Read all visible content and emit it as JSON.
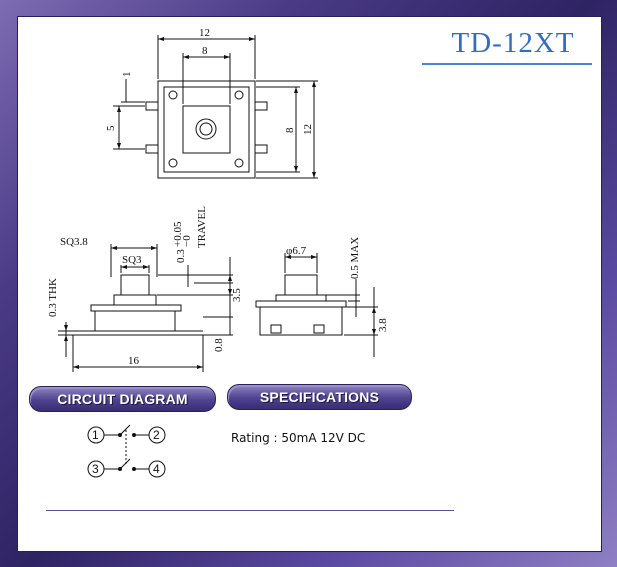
{
  "header": {
    "model": "TD-12XT"
  },
  "top_view": {
    "dim_width_outer": "12",
    "dim_width_inner": "8",
    "dim_pin_pitch": "5",
    "dim_pin_offset": "1",
    "dim_height_inner": "8",
    "dim_height_outer": "12"
  },
  "side_view_left": {
    "dim_sq38": "SQ3.8",
    "dim_sq3": "SQ3",
    "dim_travel": "0.3",
    "dim_travel_tol_plus": "+0.05",
    "dim_travel_tol_minus": "−0",
    "dim_travel_label": "TRAVEL",
    "dim_thk": "0.3 THK",
    "dim_height": "3.5",
    "dim_lead": "0.8",
    "dim_length": "16"
  },
  "side_view_right": {
    "dim_dia": "φ6.7",
    "dim_max": "0.5 MAX",
    "dim_height": "3.8"
  },
  "circuit": {
    "heading": "CIRCUIT DIAGRAM",
    "pin1": "1",
    "pin2": "2",
    "pin3": "3",
    "pin4": "4"
  },
  "specifications": {
    "heading": "SPECIFICATIONS",
    "rating": "Rating : 50mA 12V DC"
  }
}
